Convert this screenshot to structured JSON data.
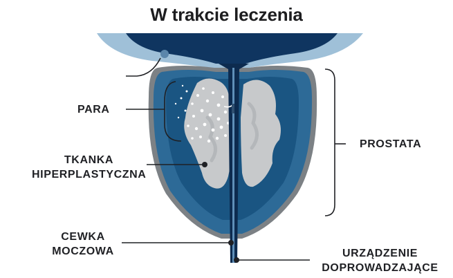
{
  "title": "W trakcie leczenia",
  "labels": {
    "para": "PARA",
    "tkanka_line1": "TKANKA",
    "tkanka_line2": "HIPERPLASTYCZNA",
    "prostata": "PROSTATA",
    "cewka_line1": "CEWKA",
    "cewka_line2": "MOCZOWA",
    "urzadzenie_line1": "URZĄDZENIE",
    "urzadzenie_line2": "DOPROWADZAJĄCE"
  },
  "colors": {
    "bladder_dark": "#0f3560",
    "bladder_wall": "#9fc0d8",
    "prostate_outer": "#7c8185",
    "prostate_blue": "#2d6a97",
    "prostate_inner": "#1a5582",
    "tissue_gray": "#c7c9cb",
    "urethra": "#0d2b4f",
    "line": "#1f2024"
  }
}
